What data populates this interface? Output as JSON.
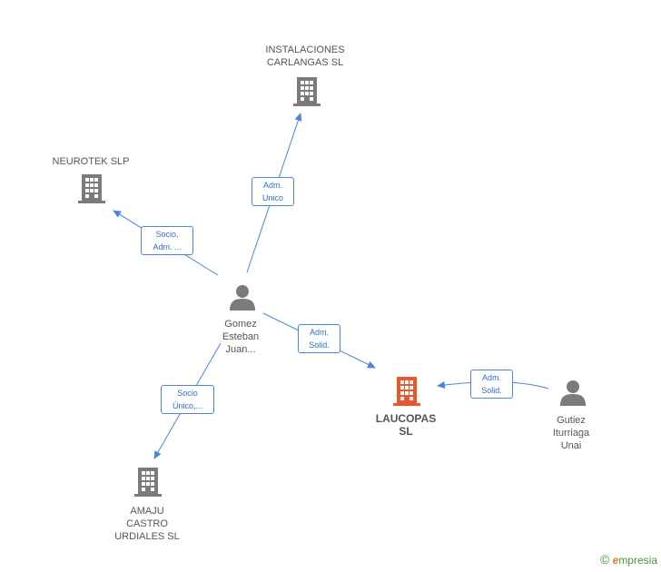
{
  "colors": {
    "edge": "#4a86d8",
    "company": "#7b7b7b",
    "main_company": "#e8582c",
    "person": "#7b7b7b"
  },
  "nodes": {
    "instalaciones": {
      "label_lines": [
        "INSTALACIONES",
        "CARLANGAS SL"
      ],
      "icon": "building-icon"
    },
    "neurotek": {
      "label_lines": [
        "NEUROTEK  SLP"
      ],
      "icon": "building-icon"
    },
    "gomez": {
      "label_lines": [
        "Gomez",
        "Esteban",
        "Juan..."
      ],
      "icon": "person-icon"
    },
    "laucopas": {
      "label_lines": [
        "LAUCOPAS",
        "SL"
      ],
      "icon": "building-icon"
    },
    "gutiez": {
      "label_lines": [
        "Gutiez",
        "Iturriaga",
        "Unai"
      ],
      "icon": "person-icon"
    },
    "amaju": {
      "label_lines": [
        "AMAJU",
        "CASTRO",
        "URDIALES SL"
      ],
      "icon": "building-icon"
    }
  },
  "edges": {
    "adm_unico": {
      "lines": [
        "Adm.",
        "Unico"
      ]
    },
    "socio_adm": {
      "lines": [
        "Socio,",
        "Adm. ..."
      ]
    },
    "adm_solid_1": {
      "lines": [
        "Adm.",
        "Solid."
      ]
    },
    "adm_solid_2": {
      "lines": [
        "Adm.",
        "Solid."
      ]
    },
    "socio_unico": {
      "lines": [
        "Socio",
        "Único,..."
      ]
    }
  },
  "brand": {
    "symbol": "©",
    "initial": "e",
    "text": "mpresia"
  }
}
